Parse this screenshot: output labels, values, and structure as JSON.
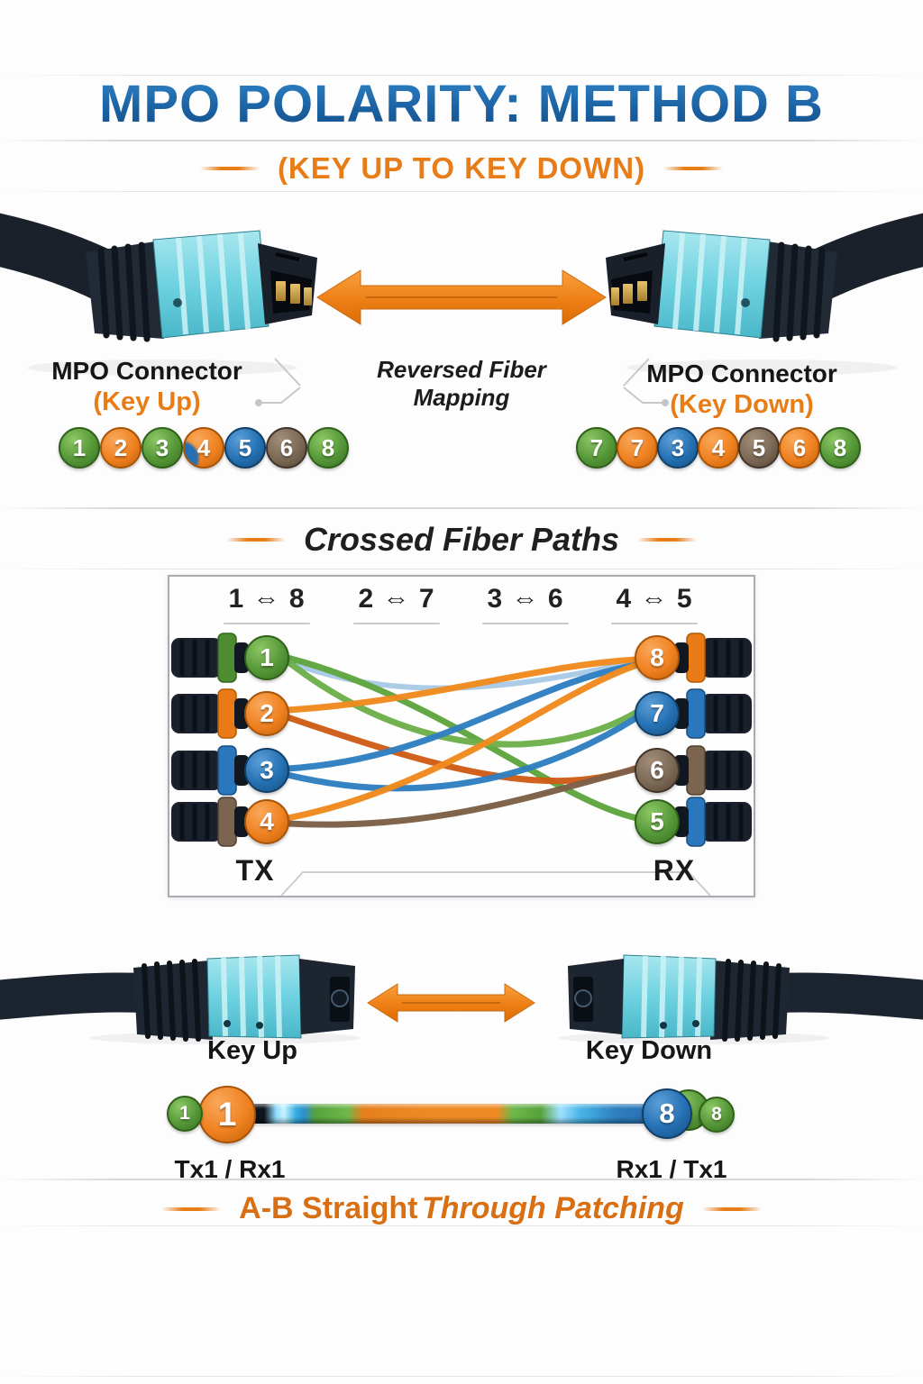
{
  "palette": {
    "title_blue_top": "#2f85c8",
    "title_blue_bottom": "#124c86",
    "accent_orange": "#e87d17",
    "pin_green": "#559738",
    "pin_orange": "#ef8120",
    "pin_blue": "#2470b3",
    "pin_brown": "#7b6956",
    "fiber_light_blue": "#a9c9e6",
    "fiber_dark_orange": "#cf5c17",
    "connector_cyan": "#6fd2e0",
    "cable_black": "#1a212b",
    "arrow_orange": "#ee7f15"
  },
  "header": {
    "title": "MPO POLARITY: METHOD B",
    "subtitle": "(KEY UP TO KEY DOWN)"
  },
  "top_section": {
    "caption": "Reversed Fiber Mapping",
    "left": {
      "title": "MPO Connector",
      "subtitle": "(Key Up)"
    },
    "right": {
      "title": "MPO Connector",
      "subtitle": "(Key Down)"
    },
    "left_pins": [
      {
        "label": "1",
        "color": "green"
      },
      {
        "label": "2",
        "color": "orange"
      },
      {
        "label": "3",
        "color": "green"
      },
      {
        "label": "4",
        "color": "orange-blue"
      },
      {
        "label": "5",
        "color": "blue"
      },
      {
        "label": "6",
        "color": "brown"
      },
      {
        "label": "8",
        "color": "green"
      }
    ],
    "right_pins": [
      {
        "label": "7",
        "color": "green"
      },
      {
        "label": "7",
        "color": "orange"
      },
      {
        "label": "3",
        "color": "blue"
      },
      {
        "label": "4",
        "color": "orange"
      },
      {
        "label": "5",
        "color": "brown"
      },
      {
        "label": "6",
        "color": "orange"
      },
      {
        "label": "8",
        "color": "green"
      }
    ]
  },
  "crossed_section": {
    "heading": "Crossed Fiber Paths",
    "pairs": [
      {
        "text": "1 ⇔ 8"
      },
      {
        "text": "2 ⇔ 7"
      },
      {
        "text": "3 ⇔ 6"
      },
      {
        "text": "4 ⇔ 5"
      }
    ],
    "left_nodes": [
      {
        "label": "1",
        "color": "green",
        "ring": "green"
      },
      {
        "label": "2",
        "color": "orange",
        "ring": "orange"
      },
      {
        "label": "3",
        "color": "blue",
        "ring": "blue"
      },
      {
        "label": "4",
        "color": "orange",
        "ring": "brown"
      }
    ],
    "right_nodes": [
      {
        "label": "8",
        "color": "orange",
        "ring": "orange"
      },
      {
        "label": "7",
        "color": "blue",
        "ring": "blue"
      },
      {
        "label": "6",
        "color": "brown",
        "ring": "brown"
      },
      {
        "label": "5",
        "color": "green",
        "ring": "blue"
      }
    ],
    "tx_label": "TX",
    "rx_label": "RX"
  },
  "bottom_section": {
    "left_label": "Key Up",
    "right_label": "Key Down",
    "cord": {
      "left_small": {
        "label": "1",
        "color": "green"
      },
      "left_big": {
        "label": "1",
        "color": "orange"
      },
      "right_big": {
        "label": "8",
        "color": "blue"
      },
      "right_back": {
        "color": "green"
      },
      "right_small": {
        "label": "8",
        "color": "green"
      },
      "left_caption": "Tx1 / Rx1",
      "right_caption": "Rx1 / Tx1"
    },
    "footer": {
      "bold_part": "A-B Straight",
      "italic_part": "Through Patching"
    }
  }
}
